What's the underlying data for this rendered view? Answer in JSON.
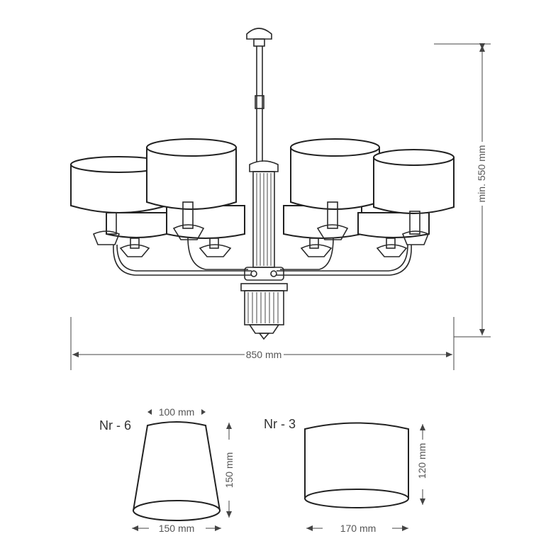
{
  "main_drawing": {
    "height_label": "min. 550 mm",
    "width_label": "850 mm"
  },
  "shade_nr6": {
    "title": "Nr - 6",
    "top_diameter": "100 mm",
    "height": "150 mm",
    "bottom_diameter": "150 mm"
  },
  "shade_nr3": {
    "title": "Nr - 3",
    "height": "120 mm",
    "diameter": "170 mm"
  },
  "colors": {
    "line": "#222222",
    "text": "#555555",
    "background": "#ffffff"
  }
}
